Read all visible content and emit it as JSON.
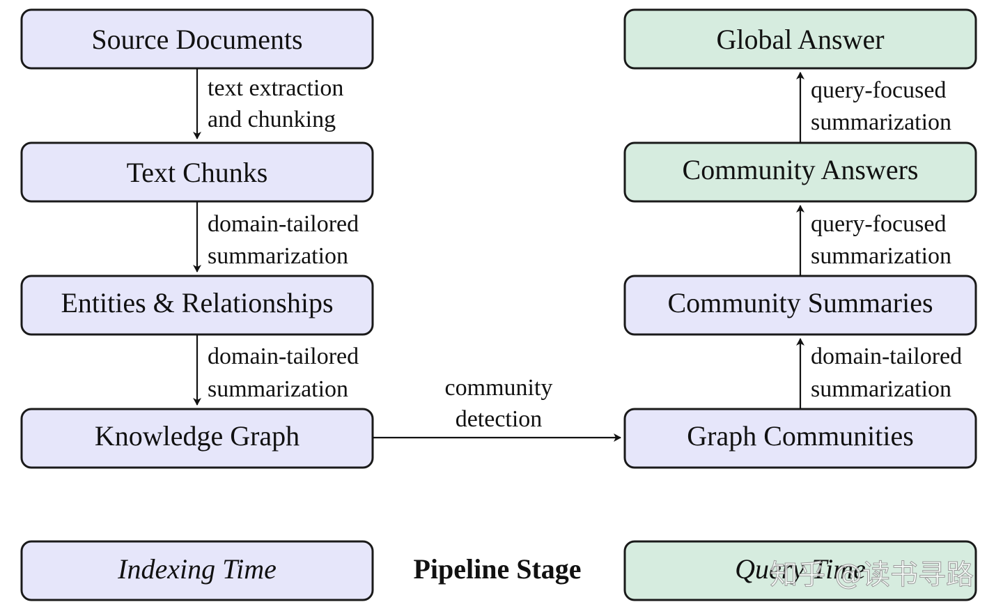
{
  "colors": {
    "indexing_fill": "#e6e6fa",
    "query_fill": "#d6ecdf",
    "stroke": "#1a1a1a"
  },
  "nodes": {
    "source_documents": "Source Documents",
    "text_chunks": "Text Chunks",
    "entities_relationships": "Entities & Relationships",
    "knowledge_graph": "Knowledge Graph",
    "graph_communities": "Graph Communities",
    "community_summaries": "Community Summaries",
    "community_answers": "Community Answers",
    "global_answer": "Global Answer"
  },
  "edges": {
    "extraction": [
      "text extraction",
      "and chunking"
    ],
    "summarization_1": [
      "domain-tailored",
      "summarization"
    ],
    "summarization_2": [
      "domain-tailored",
      "summarization"
    ],
    "community_detection": [
      "community",
      "detection"
    ],
    "summarization_3": [
      "domain-tailored",
      "summarization"
    ],
    "query_focused_1": [
      "query-focused",
      "summarization"
    ],
    "query_focused_2": [
      "query-focused",
      "summarization"
    ]
  },
  "legend": {
    "indexing_time": "Indexing Time",
    "pipeline_stage": "Pipeline Stage",
    "query_time": "Query Time"
  },
  "watermark": "知乎 @读书寻路"
}
